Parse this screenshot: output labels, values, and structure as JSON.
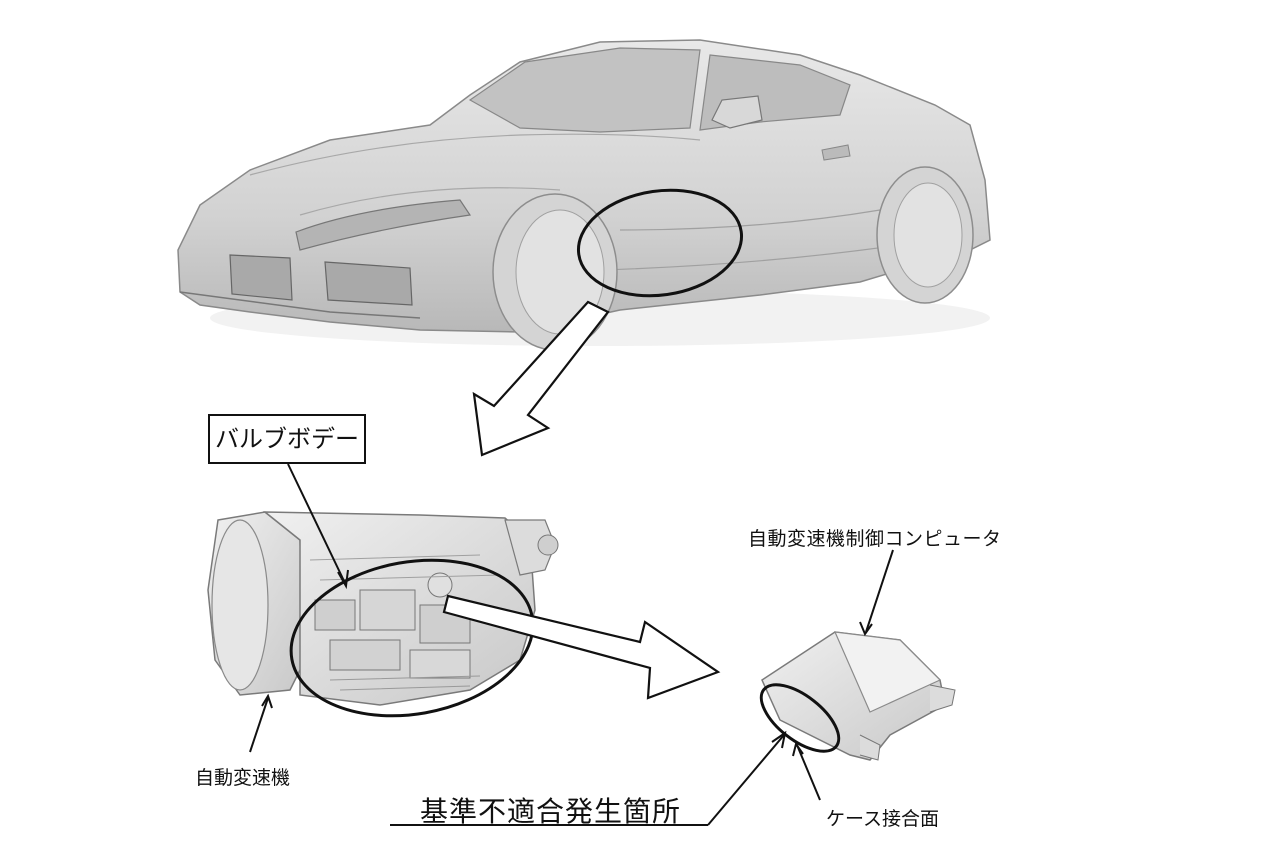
{
  "labels": {
    "valve_body": "バルブボデー",
    "ecu": "自動変速機制御コンピュータ",
    "automatic_transmission": "自動変速機",
    "defect_location": "基準不適合発生箇所",
    "case_mating_surface": "ケース接合面"
  },
  "colors": {
    "line": "#111111",
    "car_body": "#d6d6d6",
    "car_shadow": "#9a9a9a",
    "part_fill": "#e4e4e4",
    "background": "#ffffff"
  }
}
